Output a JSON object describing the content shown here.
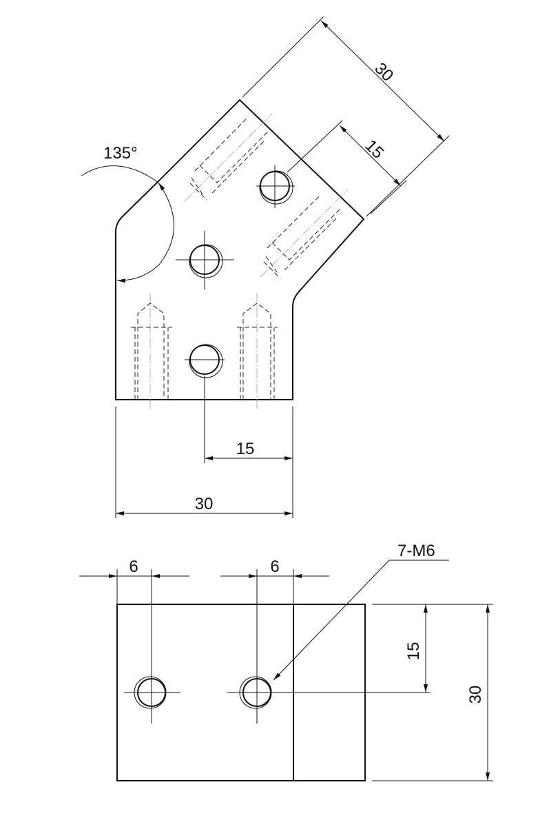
{
  "top_view": {
    "dim_diag_width": "30",
    "dim_diag_hole": "15",
    "angle": "135°",
    "dim_hole_offset": "15",
    "dim_width": "30"
  },
  "bottom_view": {
    "dim_left_hole": "6",
    "dim_mid_hole": "6",
    "thread_callout": "7-M6",
    "dim_hole_height": "15",
    "dim_height": "30"
  }
}
